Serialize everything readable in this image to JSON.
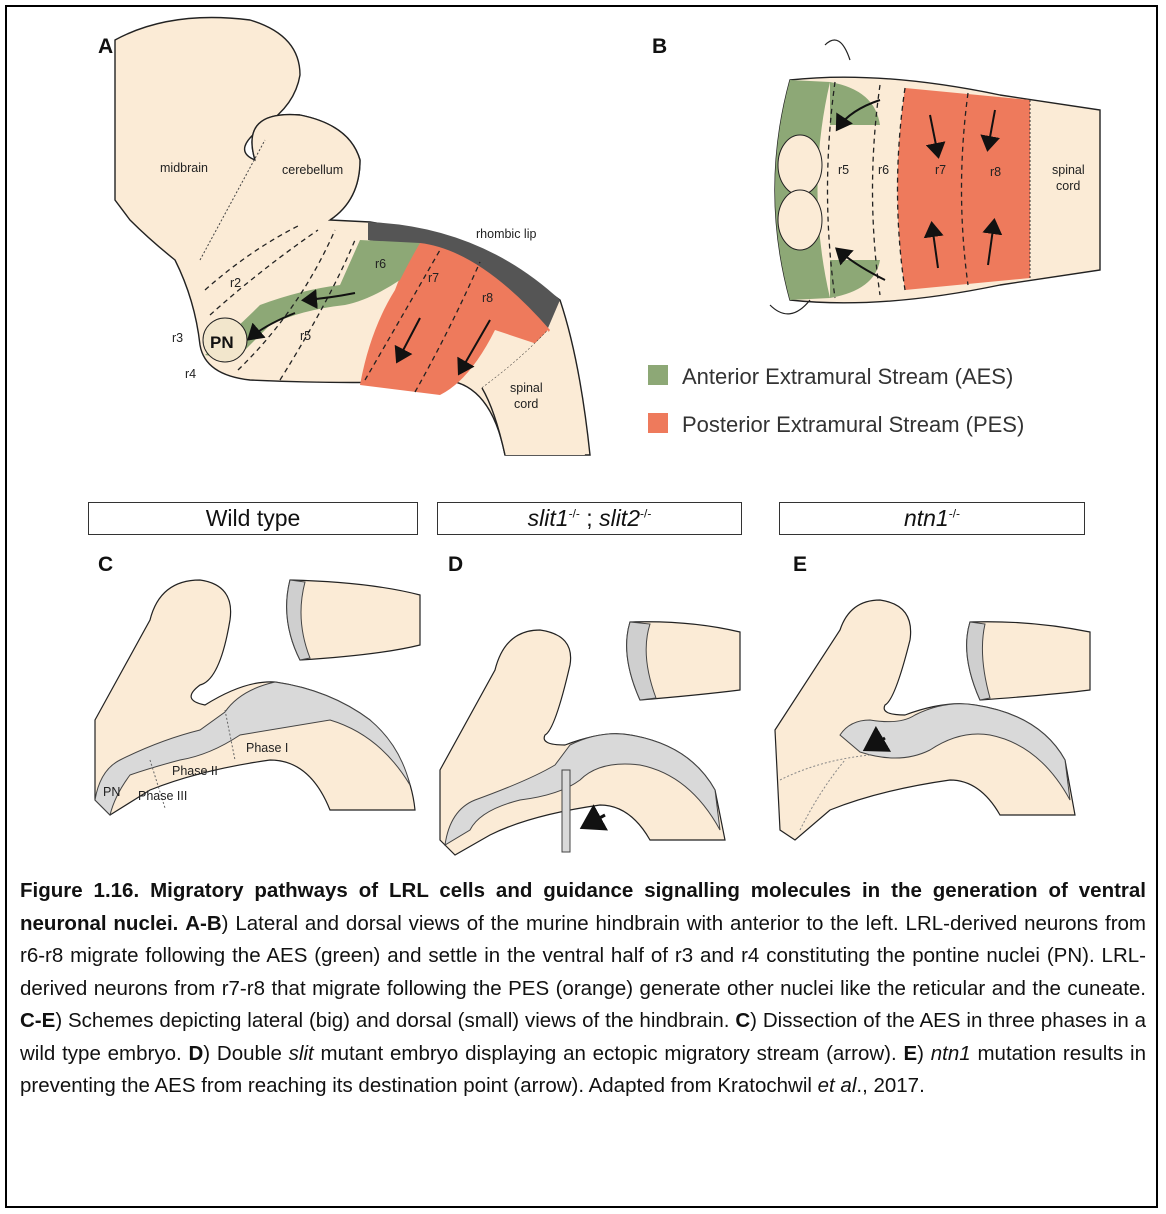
{
  "panels": {
    "A": {
      "letter": "A",
      "labels": {
        "midbrain": "midbrain",
        "cerebellum": "cerebellum",
        "rhombic_lip": "rhombic lip",
        "r2": "r2",
        "r3": "r3",
        "r4": "r4",
        "r5": "r5",
        "r6": "r6",
        "r7": "r7",
        "r8": "r8",
        "pn": "PN",
        "spinal": "spinal",
        "cord": "cord"
      }
    },
    "B": {
      "letter": "B",
      "labels": {
        "r5": "r5",
        "r6": "r6",
        "r7": "r7",
        "r8": "r8",
        "spinal": "spinal",
        "cord": "cord"
      }
    },
    "C": {
      "letter": "C",
      "labels": {
        "phase1": "Phase I",
        "phase2": "Phase II",
        "phase3": "Phase III",
        "pn": "PN"
      }
    },
    "D": {
      "letter": "D"
    },
    "E": {
      "letter": "E"
    }
  },
  "legend": [
    {
      "label": "Anterior Extramural Stream (AES)",
      "color": "#8da876"
    },
    {
      "label": "Posterior Extramural Stream (PES)",
      "color": "#ee7a5c"
    }
  ],
  "conditions": {
    "wild_type": "Wild type",
    "slit_a": "slit1",
    "slit_a_sup": "-/-",
    "slit_sep": " ; ",
    "slit_b": "slit2",
    "slit_b_sup": "-/-",
    "ntn": "ntn1",
    "ntn_sup": "-/-"
  },
  "caption": {
    "bold_title": "Figure 1.16. Migratory pathways of LRL cells and guidance signalling molecules in the generation of ventral neuronal nuclei.",
    "ab_label": "A-B",
    "ab_text": ") Lateral and dorsal views of the murine hindbrain with anterior to the left. LRL-derived neurons from r6-r8 migrate following the AES (green) and settle in the ventral half of r3 and r4 constituting the pontine nuclei (PN). LRL-derived neurons from r7-r8 that migrate following the PES (orange) generate other nuclei like the reticular and the cuneate. ",
    "ce_label": "C-E",
    "ce_text": ") Schemes depicting lateral (big) and dorsal (small) views of the hindbrain. ",
    "c_label": "C",
    "c_text": ") Dissection of the AES in three phases in a wild type embryo. ",
    "d_label": "D",
    "d_text_1": ") Double ",
    "d_italic": "slit",
    "d_text_2": " mutant embryo displaying an ectopic migratory stream (arrow). ",
    "e_label": "E",
    "e_text_1": ") ",
    "e_italic": "ntn1",
    "e_text_2": " mutation results in preventing the AES from reaching its destination point (arrow). Adapted from Kratochwil ",
    "etal": "et al",
    "e_text_3": "., 2017."
  }
}
